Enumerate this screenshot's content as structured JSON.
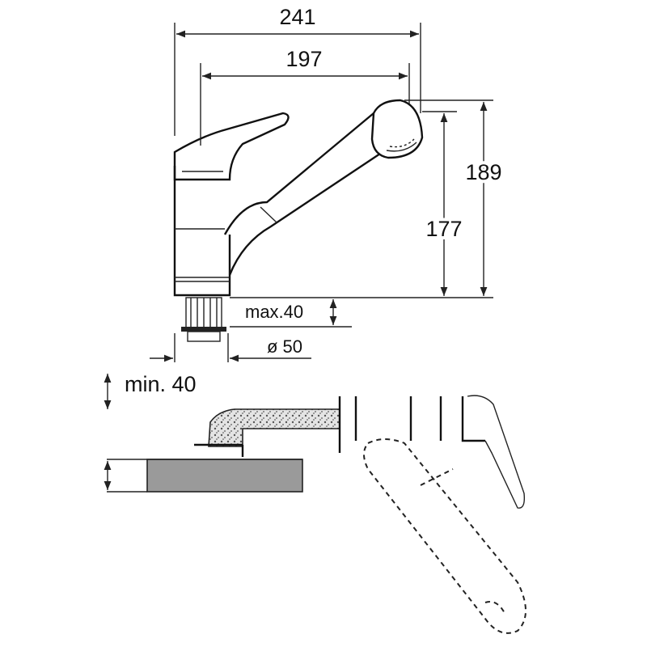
{
  "dimensions": {
    "total_length": "241",
    "spout_length": "197",
    "total_height": "189",
    "spout_height": "177",
    "max_thickness": "max.40",
    "hole_diameter": "ø 50",
    "min_depth": "min. 40"
  },
  "colors": {
    "line": "#222222",
    "granite_fill": "#dcdcdc",
    "sink_fill": "#9a9a9a"
  }
}
